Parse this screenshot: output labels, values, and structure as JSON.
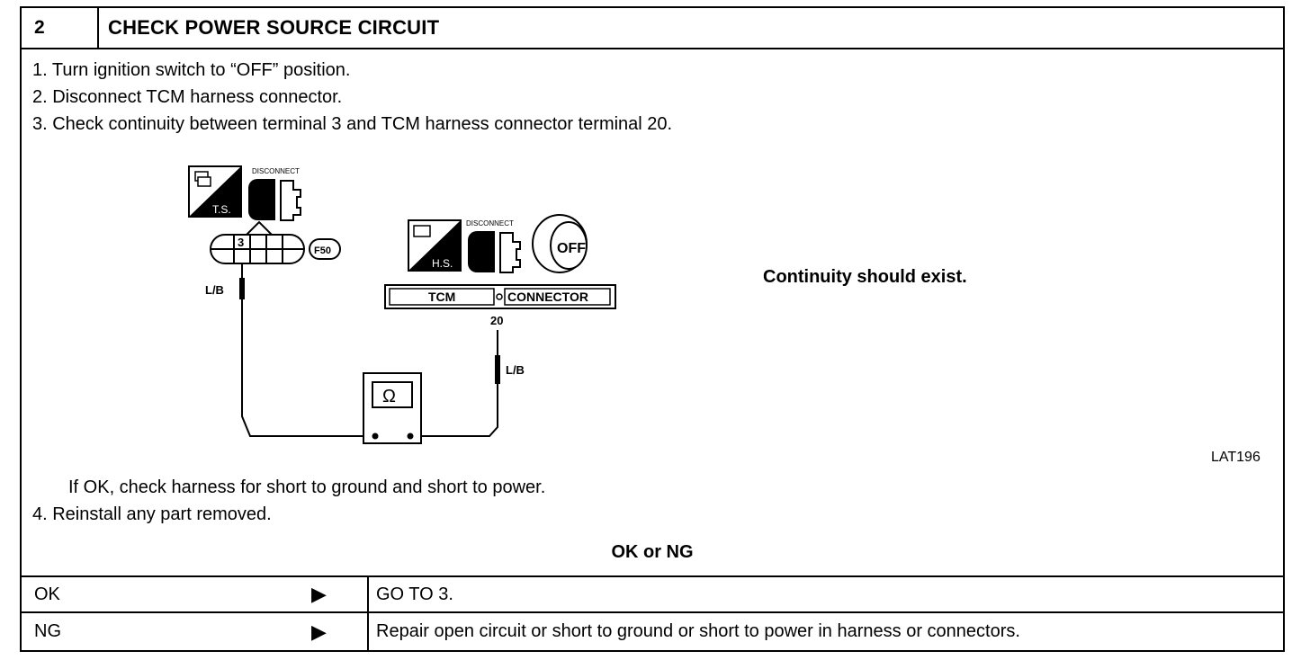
{
  "header": {
    "step_number": "2",
    "title": "CHECK POWER SOURCE CIRCUIT"
  },
  "steps": [
    "1. Turn ignition switch to “OFF” position.",
    "2. Disconnect TCM harness connector.",
    "3. Check continuity between terminal 3 and TCM harness connector terminal 20."
  ],
  "diagram": {
    "ts_label": "T.S.",
    "hs_label": "H.S.",
    "disconnect_label": "DISCONNECT",
    "terminal_3": "3",
    "connector_id": "F50",
    "wire_left": "L/B",
    "tcm_label": "TCM",
    "connector_label": "CONNECTOR",
    "terminal_20": "20",
    "wire_right": "L/B",
    "meter_symbol": "Ω",
    "off_label": "OFF"
  },
  "continuity_text": "Continuity should exist.",
  "figure_id": "LAT196",
  "ok_note": "If OK, check harness for short to ground and short to power.",
  "step4": "4. Reinstall any part removed.",
  "verdict_label": "OK or NG",
  "results": [
    {
      "label": "OK",
      "arrow": "▶",
      "action": "GO TO 3."
    },
    {
      "label": "NG",
      "arrow": "▶",
      "action": "Repair open circuit or short to ground or short to power in harness or connectors."
    }
  ]
}
